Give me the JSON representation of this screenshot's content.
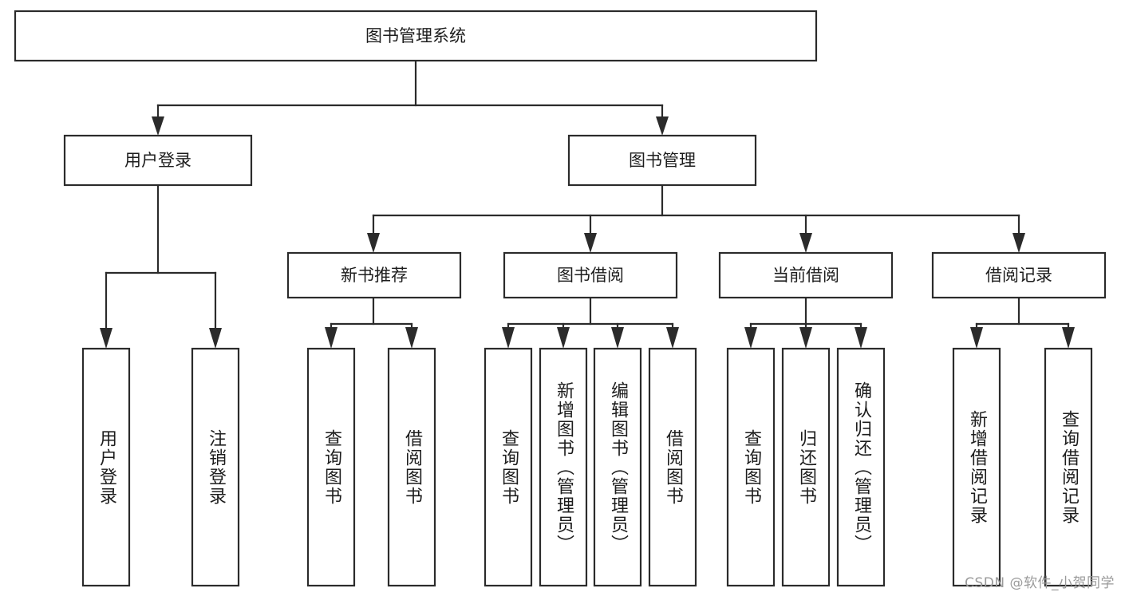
{
  "diagram": {
    "title": "图书管理系统",
    "type": "tree-hierarchy-diagram",
    "watermark": "CSDN @软件_小贺同学",
    "colors": {
      "stroke": "#2b2b2b",
      "fill": "#ffffff",
      "text": "#1d1d1d",
      "watermark": "#9a9a9a"
    },
    "levels": {
      "root": {
        "label": "图书管理系统"
      },
      "level2": [
        {
          "label": "用户登录"
        },
        {
          "label": "图书管理"
        }
      ],
      "level3": [
        {
          "label": "新书推荐"
        },
        {
          "label": "图书借阅"
        },
        {
          "label": "当前借阅"
        },
        {
          "label": "借阅记录"
        }
      ],
      "leaves": {
        "user_login": [
          {
            "label": "用户登录"
          },
          {
            "label": "注销登录"
          }
        ],
        "new_book_recommend": [
          {
            "label": "查询图书"
          },
          {
            "label": "借阅图书"
          }
        ],
        "book_borrow": [
          {
            "label": "查询图书"
          },
          {
            "label": "新增图书（管理员）"
          },
          {
            "label": "编辑图书（管理员）"
          },
          {
            "label": "借阅图书"
          }
        ],
        "current_borrow": [
          {
            "label": "查询图书"
          },
          {
            "label": "归还图书"
          },
          {
            "label": "确认归还（管理员）"
          }
        ],
        "borrow_record": [
          {
            "label": "新增借阅记录"
          },
          {
            "label": "查询借阅记录"
          }
        ]
      }
    }
  }
}
